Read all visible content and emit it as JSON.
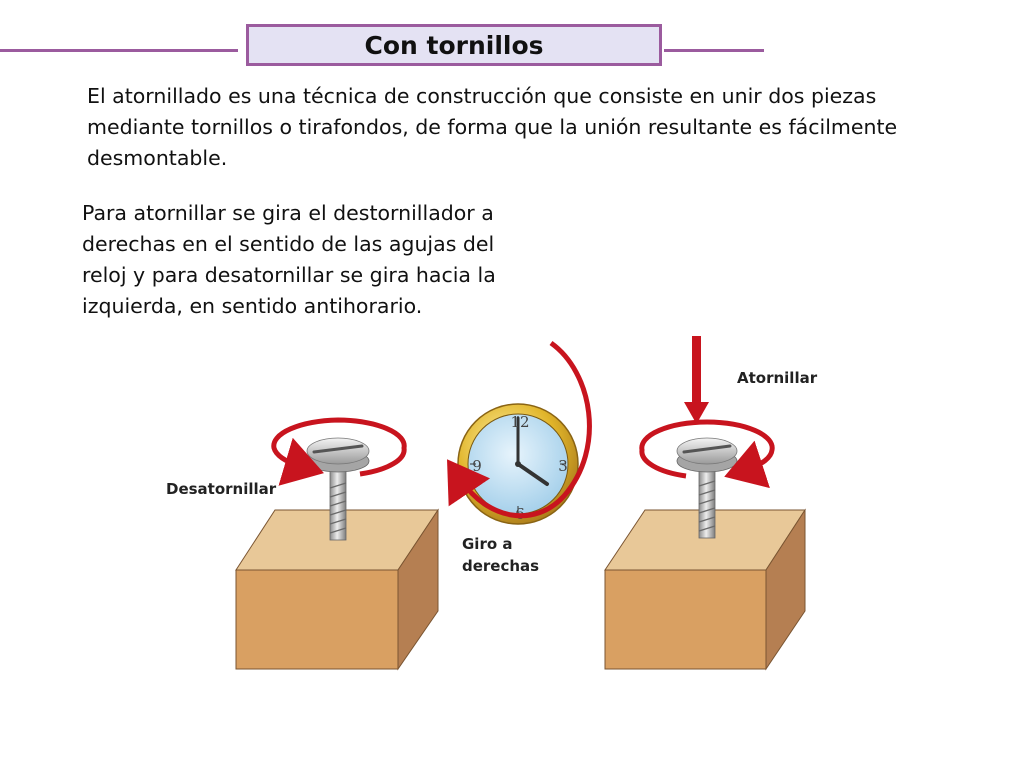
{
  "slide": {
    "title": "Con tornillos",
    "paragraph1": "El atornillado es una técnica de construcción que consiste en unir dos piezas mediante tornillos o tirafondos, de forma que la unión resultante es fácilmente desmontable.",
    "paragraph2": "Para atornillar se gira el destornillador a derechas en el sentido de las agujas del reloj y para desatornillar se gira hacia la izquierda, en sentido antihorario."
  },
  "labels": {
    "desatornillar": "Desatornillar",
    "giro_a_derechas": "Giro a derechas",
    "atornillar": "Atornillar"
  },
  "clock": {
    "n12": "12",
    "n3": "3",
    "n6": "6",
    "n9": "9"
  },
  "colors": {
    "accent_line": "#9b5b9e",
    "title_fill": "#e4e2f3",
    "arrow_red": "#c8141e",
    "wood_front": "#d9a062",
    "wood_top": "#e8c898",
    "wood_side": "#b57f52",
    "clock_rim": "#e1b52a",
    "clock_face": "#b9dbf0"
  },
  "icons": [
    "screw-icon",
    "wood-block-icon",
    "clock-icon",
    "rotation-arrow-icon",
    "down-arrow-icon"
  ]
}
